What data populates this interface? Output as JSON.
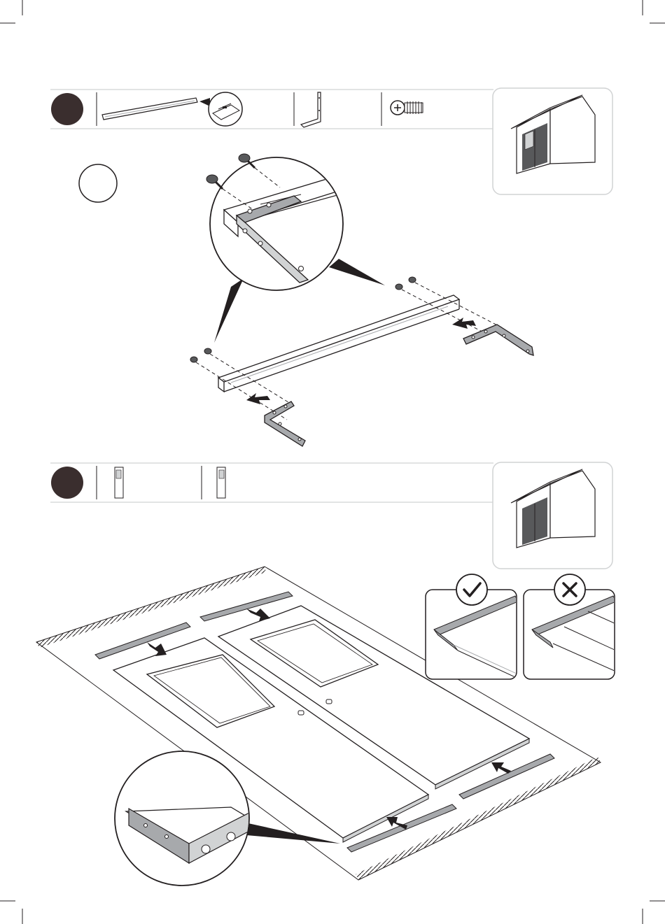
{
  "page": {
    "background": "#ffffff",
    "ink": "#231f20",
    "mid_gray": "#a7a9ac",
    "light_gray": "#d1d3d4",
    "dark_gray": "#58595b",
    "marker_fill": "#3a2e2e"
  },
  "step1": {
    "step_marker": "filled-step-circle",
    "parts": [
      {
        "icon": "long-rail-part-icon"
      },
      {
        "icon": "rail-detail-zoom-icon"
      },
      {
        "icon": "l-bracket-part-icon"
      },
      {
        "icon": "screw-part-icon"
      }
    ],
    "substep_marker": "empty-substep-circle",
    "house_thumbnail": "shed-doors-highlight-icon"
  },
  "step2": {
    "step_marker": "filled-step-circle",
    "parts": [
      {
        "icon": "door-panel-left-icon"
      },
      {
        "icon": "door-panel-right-icon"
      }
    ],
    "house_thumbnail": "shed-doors-highlight-icon",
    "correct_badge": "check-mark-icon",
    "wrong_badge": "cross-mark-icon"
  }
}
